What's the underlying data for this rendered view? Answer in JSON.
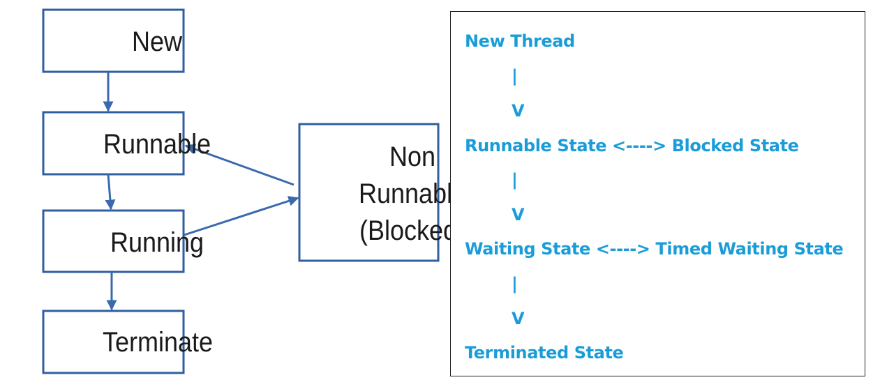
{
  "colors": {
    "node_border": "#2f5fa0",
    "arrow": "#3a6aad",
    "panel_text": "#1a9cd8",
    "label_text": "#1a1a1a"
  },
  "diagram": {
    "nodes": {
      "new": "New",
      "runnable": "Runnable",
      "running": "Running",
      "terminate": "Terminate",
      "non_runnable": [
        "Non",
        "Runnable",
        "(Blocked)"
      ]
    }
  },
  "panel": {
    "lines": [
      "New Thread",
      "|",
      "V",
      "Runnable State <----> Blocked State",
      "|",
      "V",
      "Waiting State <----> Timed Waiting State",
      "|",
      "V",
      "Terminated State"
    ]
  }
}
